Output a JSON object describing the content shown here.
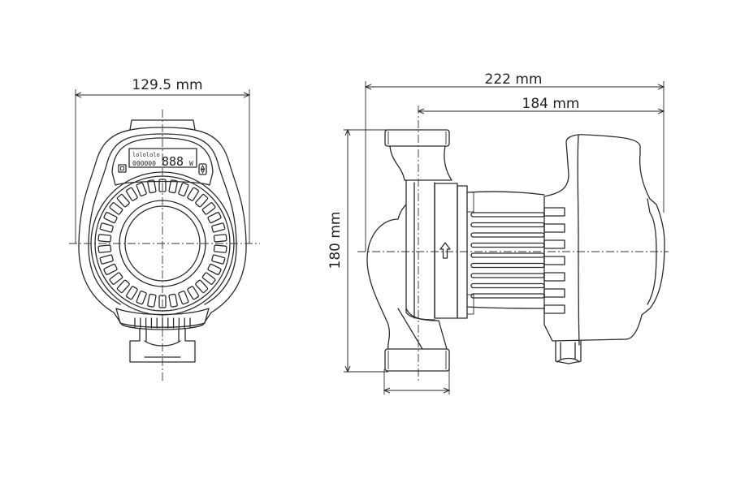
{
  "dimensions": {
    "front_width": "129.5 mm",
    "total_length": "222 mm",
    "motor_length": "184 mm",
    "height": "180 mm"
  },
  "display": {
    "top_row": "lolololo",
    "bottom_row": "000000",
    "digits": "888",
    "unit": "W"
  },
  "flow_direction_icon": "arrow-up-icon",
  "line_color": "#2a2a2a"
}
